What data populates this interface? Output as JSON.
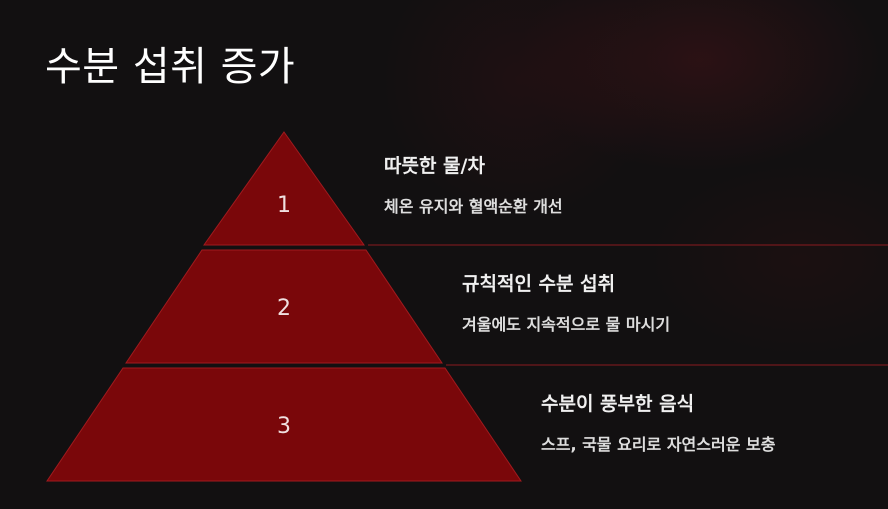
{
  "slide": {
    "title": "수분 섭취 증가"
  },
  "colors": {
    "background": "#121011",
    "tier_fill": "#7a070a",
    "tier_stroke": "#a11a1e",
    "divider": "#8a1a1e"
  },
  "levels": [
    {
      "number": "1",
      "title": "따뜻한 물/차",
      "description": "체온 유지와 혈액순환 개선"
    },
    {
      "number": "2",
      "title": "규칙적인 수분 섭취",
      "description": "겨울에도 지속적으로 물 마시기"
    },
    {
      "number": "3",
      "title": "수분이 풍부한 음식",
      "description": "스프, 국물 요리로 자연스러운 보충"
    }
  ]
}
